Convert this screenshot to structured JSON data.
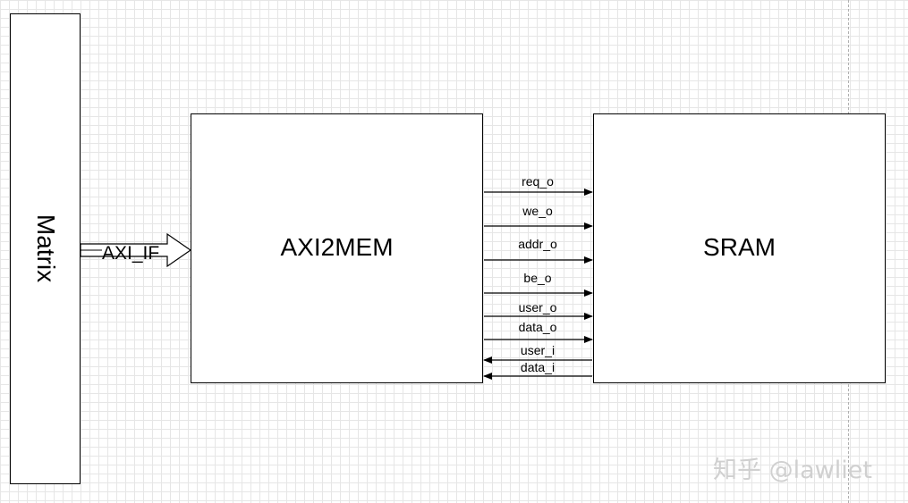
{
  "blocks": {
    "matrix": "Matrix",
    "axi2mem": "AXI2MEM",
    "sram": "SRAM"
  },
  "interface": "AXI_IF",
  "signals": [
    {
      "label": "req_o",
      "direction": "out"
    },
    {
      "label": "we_o",
      "direction": "out"
    },
    {
      "label": "addr_o",
      "direction": "out"
    },
    {
      "label": "be_o",
      "direction": "out"
    },
    {
      "label": "user_o",
      "direction": "out"
    },
    {
      "label": "data_o",
      "direction": "out"
    },
    {
      "label": "user_i",
      "direction": "in"
    },
    {
      "label": "data_i",
      "direction": "in"
    }
  ],
  "watermark": "知乎 @lawliet"
}
